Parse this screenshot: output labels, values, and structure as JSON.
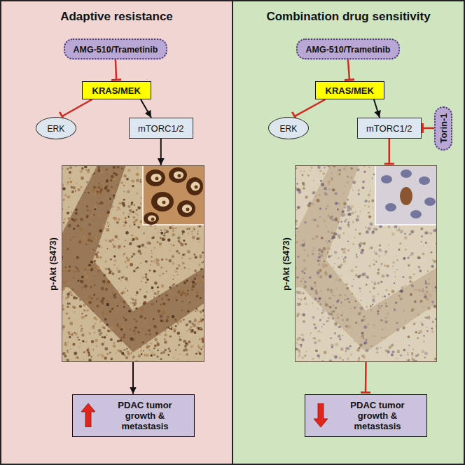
{
  "diagram": {
    "nodes": [
      {
        "text": [
          "Adaptive resistance"
        ]
      },
      {
        "text": [
          "AMG-510/Trametinib"
        ],
        "in": 0
      },
      {
        "text": [
          "KRAS/MEK"
        ],
        "in": 0
      },
      {
        "text": [
          "ERK"
        ],
        "in": 0
      },
      {
        "text": [
          "mTORC1/2"
        ],
        "in": 0
      },
      {
        "text": [
          "p-Akt (S473)"
        ],
        "in": 0
      },
      {
        "text": [
          "PDAC tumor growth & metastasis"
        ],
        "in": 0
      },
      {
        "text": [
          "Combination drug sensitivity"
        ]
      },
      {
        "text": [
          "AMG-510/Trametinib"
        ],
        "in": 7
      },
      {
        "text": [
          "KRAS/MEK"
        ],
        "in": 7
      },
      {
        "text": [
          "ERK"
        ],
        "in": 7
      },
      {
        "text": [
          "mTORC1/2"
        ],
        "in": 7
      },
      {
        "text": [
          "Torin-1"
        ],
        "in": 7
      },
      {
        "text": [
          "p-Akt (S473)"
        ],
        "in": 7
      },
      {
        "text": [
          "PDAC tumor growth & metastasis"
        ],
        "in": 7
      }
    ],
    "edges": [
      {
        "from": 1,
        "to": 2,
        "arrow": "to"
      },
      {
        "from": 2,
        "to": 3,
        "arrow": "to"
      },
      {
        "from": 2,
        "to": 4,
        "arrow": "to"
      },
      {
        "from": 4,
        "to": 5,
        "arrow": "to"
      },
      {
        "from": 5,
        "to": 6,
        "arrow": "to"
      },
      {
        "from": 8,
        "to": 9,
        "arrow": "to"
      },
      {
        "from": 9,
        "to": 10,
        "arrow": "to"
      },
      {
        "from": 9,
        "to": 11,
        "arrow": "to"
      },
      {
        "from": 12,
        "to": 11,
        "arrow": "to"
      },
      {
        "from": 11,
        "to": 13,
        "arrow": "to"
      },
      {
        "from": 13,
        "to": 14,
        "arrow": "to"
      }
    ]
  }
}
